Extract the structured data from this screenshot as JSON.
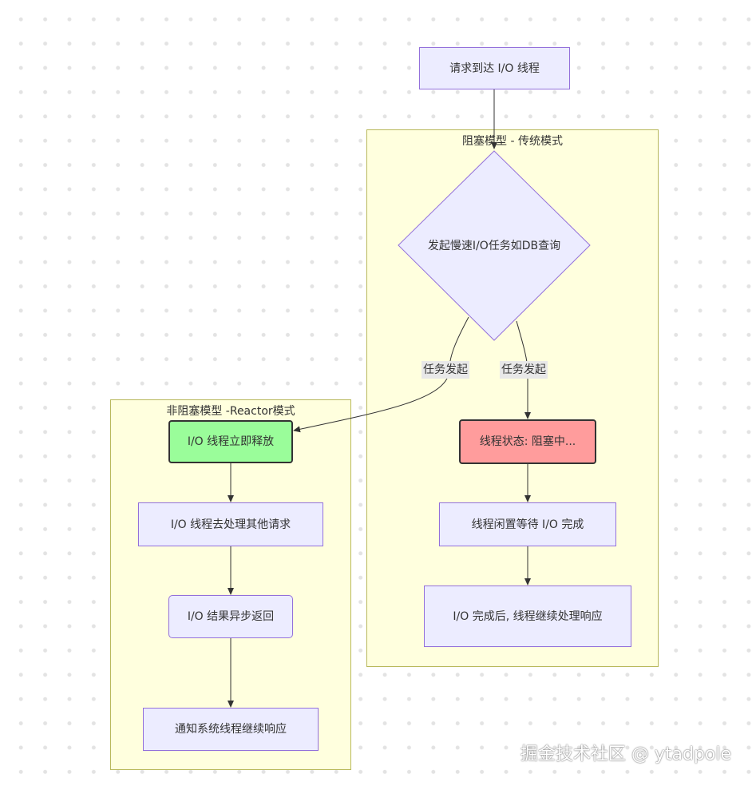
{
  "nodes": {
    "start": "请求到达 I/O 线程",
    "decision": "发起慢速I/O任务如DB查询",
    "nb_release": "I/O 线程立即释放",
    "nb_handle_other": "I/O 线程去处理其他请求",
    "nb_async_return": "I/O 结果异步返回",
    "nb_notify": "通知系统线程继续响应",
    "b_blocking": "线程状态: 阻塞中...",
    "b_idle_wait": "线程闲置等待 I/O 完成",
    "b_continue": "I/O 完成后, 线程继续处理响应"
  },
  "clusters": {
    "blocking": "阻塞模型 - 传统模式",
    "nonblocking": "非阻塞模型 -Reactor模式"
  },
  "edge_labels": {
    "left": "任务发起",
    "right": "任务发起"
  },
  "colors": {
    "node_fill": "#ececff",
    "node_border": "#9370db",
    "cluster_fill": "#ffffde",
    "highlight_green": "#9afd9a",
    "highlight_red": "#ff9c9c"
  },
  "watermark": "掘金技术社区 @ ytadpole"
}
